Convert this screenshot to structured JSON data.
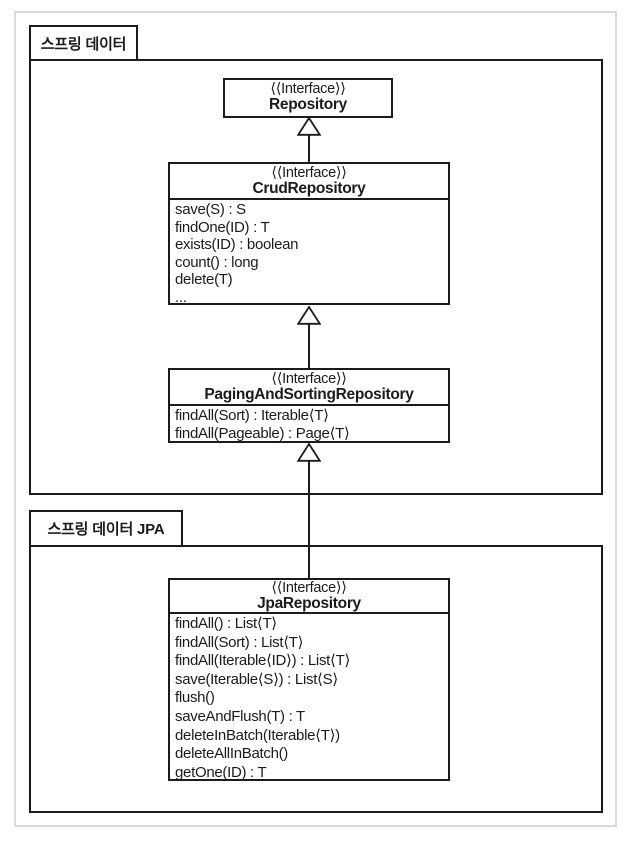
{
  "diagram_type": "uml-class-diagram",
  "colors": {
    "line": "#1b1b1b",
    "background": "#ffffff",
    "frame": "#dadada"
  },
  "packages": [
    {
      "label": "스프링 데이터"
    },
    {
      "label": "스프링 데이터 JPA"
    }
  ],
  "classes": [
    {
      "stereotype": "⟨⟨Interface⟩⟩",
      "name": "Repository",
      "methods": []
    },
    {
      "stereotype": "⟨⟨Interface⟩⟩",
      "name": "CrudRepository",
      "methods": [
        "save(S) : S",
        "findOne(ID) : T",
        "exists(ID) : boolean",
        "count() : long",
        "delete(T)",
        "..."
      ]
    },
    {
      "stereotype": "⟨⟨Interface⟩⟩",
      "name": "PagingAndSortingRepository",
      "methods": [
        "findAll(Sort) : Iterable⟨T⟩",
        "findAll(Pageable) : Page⟨T⟩"
      ]
    },
    {
      "stereotype": "⟨⟨Interface⟩⟩",
      "name": "JpaRepository",
      "methods": [
        "findAll() : List⟨T⟩",
        "findAll(Sort) : List⟨T⟩",
        "findAll(Iterable⟨ID⟩) : List⟨T⟩",
        "save(Iterable⟨S⟩) : List⟨S⟩",
        "flush()",
        "saveAndFlush(T) : T",
        "deleteInBatch(Iterable⟨T⟩)",
        "deleteAllInBatch()",
        "getOne(ID) : T"
      ]
    }
  ],
  "relations": [
    {
      "type": "generalization",
      "from": "CrudRepository",
      "to": "Repository"
    },
    {
      "type": "generalization",
      "from": "PagingAndSortingRepository",
      "to": "CrudRepository"
    },
    {
      "type": "generalization",
      "from": "JpaRepository",
      "to": "PagingAndSortingRepository"
    }
  ]
}
